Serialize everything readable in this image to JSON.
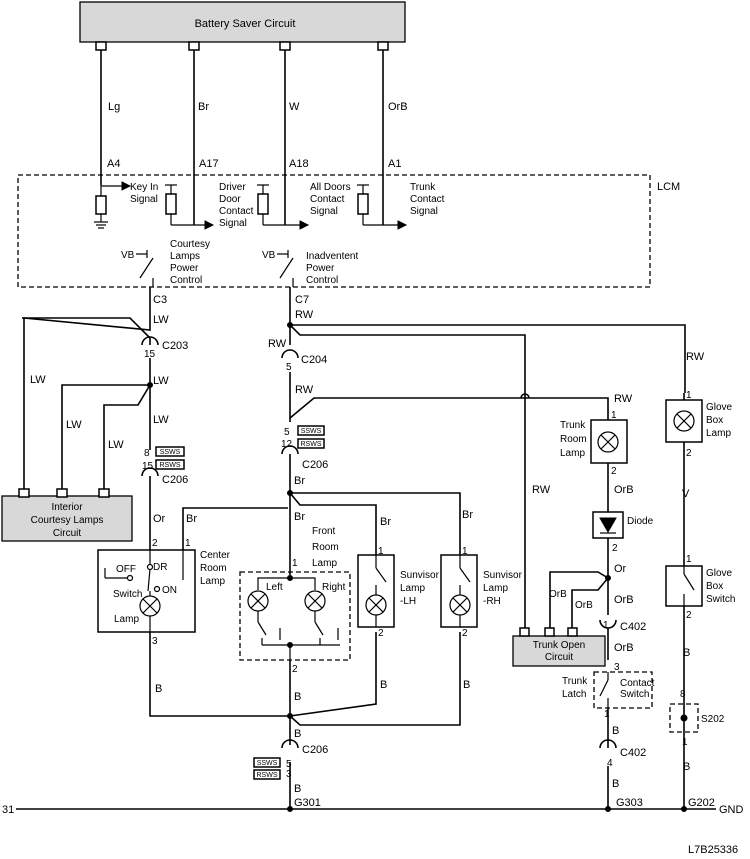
{
  "components": {
    "battery_saver": "Battery Saver Circuit",
    "lcm": "LCM",
    "key_in": [
      "Key In",
      "Signal"
    ],
    "driver_door": [
      "Driver",
      "Door",
      "Contact",
      "Signal"
    ],
    "all_doors": [
      "All Doors",
      "Contact",
      "Signal"
    ],
    "trunk_contact": [
      "Trunk",
      "Contact",
      "Signal"
    ],
    "courtesy_ctrl": [
      "Courtesy",
      "Lamps",
      "Power",
      "Control"
    ],
    "inadvertent_ctrl": [
      "Inadventent",
      "Power",
      "Control"
    ],
    "vb": "VB",
    "interior_courtesy": [
      "Interior",
      "Courtesy Lamps",
      "Circuit"
    ],
    "center_room": [
      "Center",
      "Room",
      "Lamp"
    ],
    "center_off": "OFF",
    "center_dr": "DR",
    "center_on": "ON",
    "center_switch": "Switch",
    "center_lamp": "Lamp",
    "front_room": [
      "Front",
      "Room",
      "Lamp"
    ],
    "front_left": "Left",
    "front_right": "Right",
    "sunvisor_lh": [
      "Sunvisor",
      "Lamp",
      "-LH"
    ],
    "sunvisor_rh": [
      "Sunvisor",
      "Lamp",
      "-RH"
    ],
    "trunk_room": [
      "Trunk",
      "Room",
      "Lamp"
    ],
    "diode": "Diode",
    "trunk_open": [
      "Trunk Open",
      "Circuit"
    ],
    "trunk_latch": [
      "Trunk",
      "Latch"
    ],
    "contact_switch": [
      "Contact",
      "Switch"
    ],
    "glove_box_lamp": [
      "Glove",
      "Box",
      "Lamp"
    ],
    "glove_box_switch": [
      "Glove",
      "Box",
      "Switch"
    ]
  },
  "wires": {
    "lg": "Lg",
    "br": "Br",
    "w": "W",
    "orb": "OrB",
    "lw": "LW",
    "rw": "RW",
    "or": "Or",
    "b": "B",
    "v": "V"
  },
  "connectors": {
    "a4": "A4",
    "a17": "A17",
    "a18": "A18",
    "a1": "A1",
    "c3": "C3",
    "c7": "C7",
    "c203": "C203",
    "c204": "C204",
    "c206": "C206",
    "c402": "C402",
    "s202": "S202",
    "g301": "G301",
    "g303": "G303",
    "g202": "G202",
    "gnd": "GND"
  },
  "pins": {
    "p15": "15",
    "p5": "5",
    "p8": "8",
    "p12": "12",
    "p1": "1",
    "p2": "2",
    "p3": "3",
    "p4": "4",
    "p31": "31"
  },
  "badges": {
    "ssws": "SSWS",
    "rsws": "RSWS"
  },
  "figure_id": "L7B25336"
}
